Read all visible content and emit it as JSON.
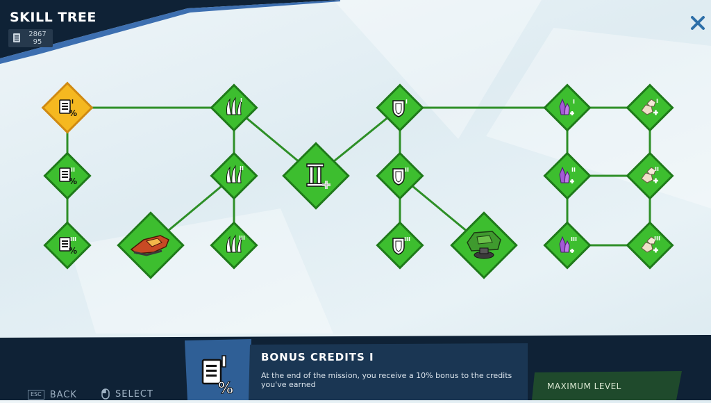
{
  "header": {
    "title": "SKILL TREE",
    "currency_icon": "credits-chip-icon",
    "currency_line1": "2867",
    "currency_line2": "95",
    "close_icon": "close-icon"
  },
  "colors": {
    "node_green": "#3dbe2f",
    "node_border": "#1f7a1a",
    "node_selected": "#f5b820",
    "link_green": "#2e8f27",
    "panel_dark": "#0f2236",
    "panel_mid": "#1a3653",
    "max_level_green": "#1f4a2c"
  },
  "nodes": [
    {
      "name": "bonus-credits-1",
      "icon": "credits-percent-icon",
      "tier": "I",
      "selected": true
    },
    {
      "name": "bonus-credits-2",
      "icon": "credits-percent-icon",
      "tier": "II",
      "selected": false
    },
    {
      "name": "bonus-credits-3",
      "icon": "credits-percent-icon",
      "tier": "III",
      "selected": false
    },
    {
      "name": "claws-1",
      "icon": "claw-icon",
      "tier": "I",
      "selected": false
    },
    {
      "name": "claws-2",
      "icon": "claw-icon",
      "tier": "II",
      "selected": false
    },
    {
      "name": "claws-3",
      "icon": "claw-icon",
      "tier": "III",
      "selected": false
    },
    {
      "name": "ship-unlock",
      "icon": "red-hover-ship-icon",
      "tier": "",
      "selected": false
    },
    {
      "name": "tier-two-upgrade",
      "icon": "roman-two-plus-icon",
      "tier": "",
      "selected": false
    },
    {
      "name": "shield-1",
      "icon": "shield-icon",
      "tier": "I",
      "selected": false
    },
    {
      "name": "shield-2",
      "icon": "shield-icon",
      "tier": "II",
      "selected": false
    },
    {
      "name": "shield-3",
      "icon": "shield-icon",
      "tier": "III",
      "selected": false
    },
    {
      "name": "mech-unlock",
      "icon": "green-mech-icon",
      "tier": "",
      "selected": false
    },
    {
      "name": "crystal-1",
      "icon": "purple-crystal-plus-icon",
      "tier": "I",
      "selected": false
    },
    {
      "name": "crystal-2",
      "icon": "purple-crystal-plus-icon",
      "tier": "II",
      "selected": false
    },
    {
      "name": "crystal-3",
      "icon": "purple-crystal-plus-icon",
      "tier": "III",
      "selected": false
    },
    {
      "name": "ore-1",
      "icon": "ore-plus-icon",
      "tier": "I",
      "selected": false
    },
    {
      "name": "ore-2",
      "icon": "ore-plus-icon",
      "tier": "II",
      "selected": false
    },
    {
      "name": "ore-3",
      "icon": "ore-plus-icon",
      "tier": "III",
      "selected": false
    }
  ],
  "info_panel": {
    "icon": "credits-percent-icon",
    "title": "BONUS CREDITS I",
    "description": "At the end of the mission, you receive a 10% bonus to the credits you've earned",
    "status": "MAXIMUM LEVEL"
  },
  "footer": {
    "back_key": "ESC",
    "back_label": "BACK",
    "select_icon": "mouse-icon",
    "select_label": "SELECT"
  }
}
